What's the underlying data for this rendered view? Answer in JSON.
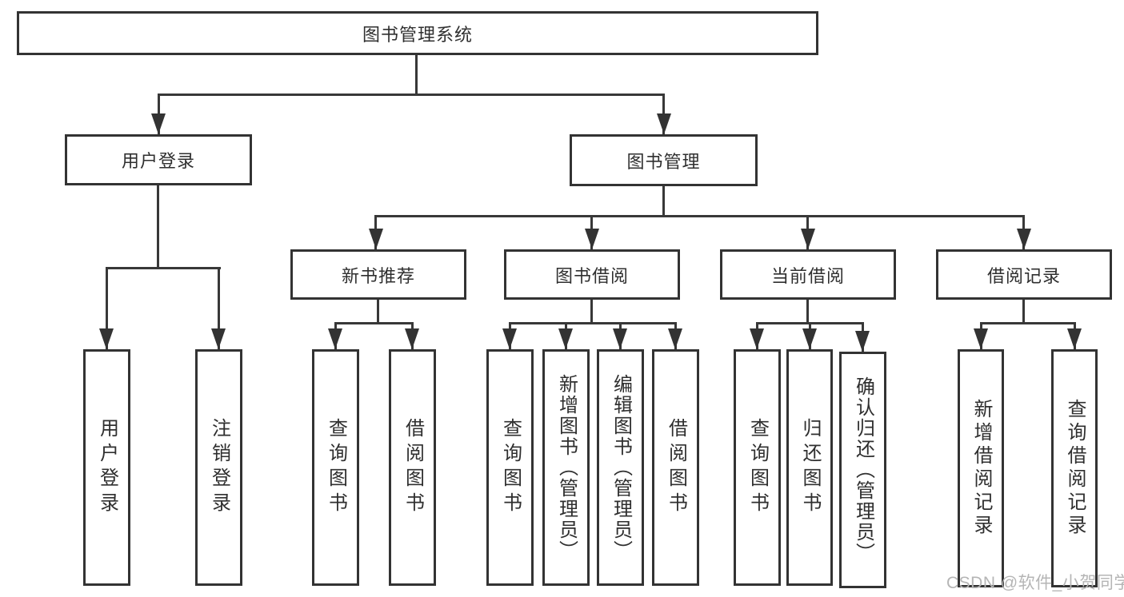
{
  "diagram": {
    "root": {
      "label": "图书管理系统"
    },
    "level2": {
      "user_login": {
        "label": "用户登录"
      },
      "book_management": {
        "label": "图书管理"
      }
    },
    "level3": {
      "new_book_recommendation": {
        "label": "新书推荐"
      },
      "book_borrowing": {
        "label": "图书借阅"
      },
      "current_borrowing": {
        "label": "当前借阅"
      },
      "borrowing_records": {
        "label": "借阅记录"
      }
    },
    "leaves": {
      "user_login": [
        "用户登录",
        "注销登录"
      ],
      "new_book_recommendation": [
        "查询图书",
        "借阅图书"
      ],
      "book_borrowing": [
        "查询图书",
        "新增图书（管理员）",
        "编辑图书（管理员）",
        "借阅图书"
      ],
      "current_borrowing": [
        "查询图书",
        "归还图书",
        "确认归还（管理员）"
      ],
      "borrowing_records": [
        "新增借阅记录",
        "查询借阅记录"
      ]
    },
    "colors": {
      "line": "#383838",
      "border": "#333333",
      "text": "#2f2f2f",
      "watermark": "#b5b5b5",
      "background": "#ffffff"
    },
    "watermark": "CSDN @软件_小贺同学"
  }
}
